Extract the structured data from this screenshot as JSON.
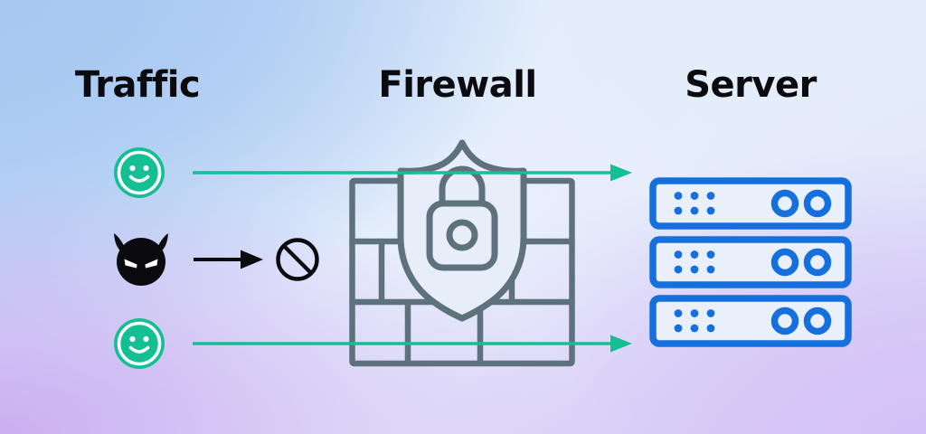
{
  "diagram": {
    "title": "Firewall traffic filtering diagram",
    "background": {
      "top_left_color": "#a6c8f2",
      "bottom_left_color": "#ccaff2",
      "bottom_right_color": "#d3c2f7",
      "center_color": "#e7effc"
    },
    "columns": [
      {
        "id": "traffic",
        "label": "Traffic"
      },
      {
        "id": "firewall",
        "label": "Firewall"
      },
      {
        "id": "server",
        "label": "Server"
      }
    ],
    "colors": {
      "allow_green": "#13bf93",
      "block_black": "#0b0b0f",
      "wall_gray": "#5d727c",
      "server_blue": "#1570dd",
      "heading_black": "#0b0b0f"
    },
    "flows": [
      {
        "id": "allowed-top",
        "source_icon": "smiley-icon",
        "status": "allowed",
        "arrow_icon": "arrow-right-green-icon",
        "arrow_color": "#13bf93",
        "destination": "server"
      },
      {
        "id": "blocked-middle",
        "source_icon": "devil-icon",
        "status": "blocked",
        "arrow_icon": "arrow-right-black-icon",
        "arrow_color": "#0b0b0f",
        "block_icon": "no-entry-icon",
        "destination": "blocked"
      },
      {
        "id": "allowed-bottom",
        "source_icon": "smiley-icon",
        "status": "allowed",
        "arrow_icon": "arrow-right-green-icon",
        "arrow_color": "#13bf93",
        "destination": "server"
      }
    ],
    "firewall": {
      "icon": "brick-wall-icon",
      "badge_icon": "shield-lock-icon",
      "brick_rows": 3,
      "stroke_color": "#5d727c"
    },
    "server": {
      "icon": "server-stack-icon",
      "unit_count": 3,
      "dots_per_unit": 6,
      "leds_per_unit": 2,
      "stroke_color": "#1570dd"
    }
  }
}
